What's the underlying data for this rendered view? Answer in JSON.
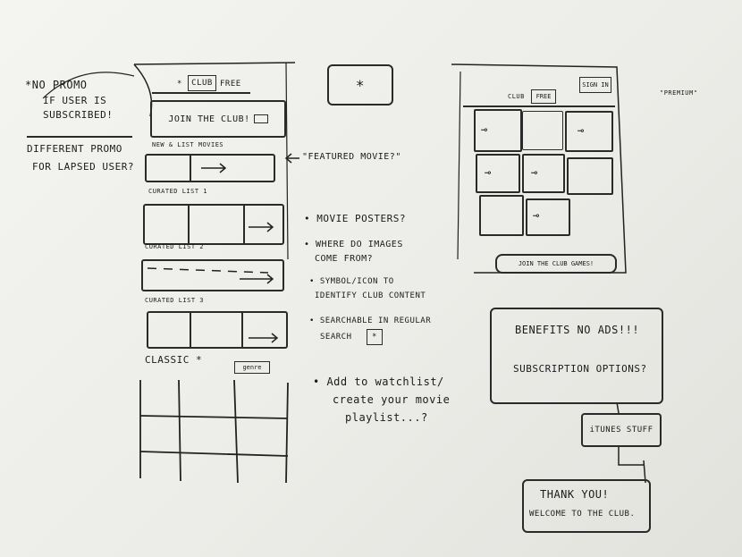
{
  "left_notes": {
    "no_promo_lines": [
      "*NO PROMO",
      "IF USER IS",
      "SUBSCRIBED!"
    ],
    "different_promo_lines": [
      "DIFFERENT PROMO",
      "FOR LAPSED USER?"
    ]
  },
  "phone": {
    "star_tab": "*",
    "tab_club": "CLUB",
    "tab_free": "FREE",
    "join_label": "JOIN THE CLUB!",
    "new_list": "NEW & LIST MOVIES",
    "curated_1": "CURATED LIST 1",
    "curated_2": "CURATED LIST 2",
    "curated_3": "CURATED LIST 3",
    "classic": "CLASSIC *",
    "genre": "genre"
  },
  "callout": {
    "star": "*",
    "featured": "\"FEATURED MOVIE?\""
  },
  "bullets": [
    {
      "lines": [
        "• MOVIE POSTERS?"
      ]
    },
    {
      "lines": [
        "• WHERE DO IMAGES",
        "COME FROM?"
      ]
    },
    {
      "lines": [
        "• SYMBOL/ICON TO",
        "IDENTIFY CLUB CONTENT"
      ]
    },
    {
      "lines": [
        "• SEARCHABLE IN REGULAR",
        "SEARCH"
      ],
      "badge": "*"
    },
    {
      "lines": [
        "• Add to watchlist/",
        "create your movie",
        "playlist...?"
      ]
    }
  ],
  "right": {
    "sign_in": "SIGN IN",
    "premium": "\"PREMIUM\"",
    "tab_club": "CLUB",
    "tab_free": "FREE",
    "join_games": "JOIN THE CLUB GAMES!",
    "benefits": "BENEFITS NO ADS!!!",
    "subscription": "SUBSCRIPTION OPTIONS?",
    "itunes": "iTUNES STUFF",
    "thank_you": "THANK YOU!",
    "welcome": "WELCOME TO THE CLUB."
  }
}
